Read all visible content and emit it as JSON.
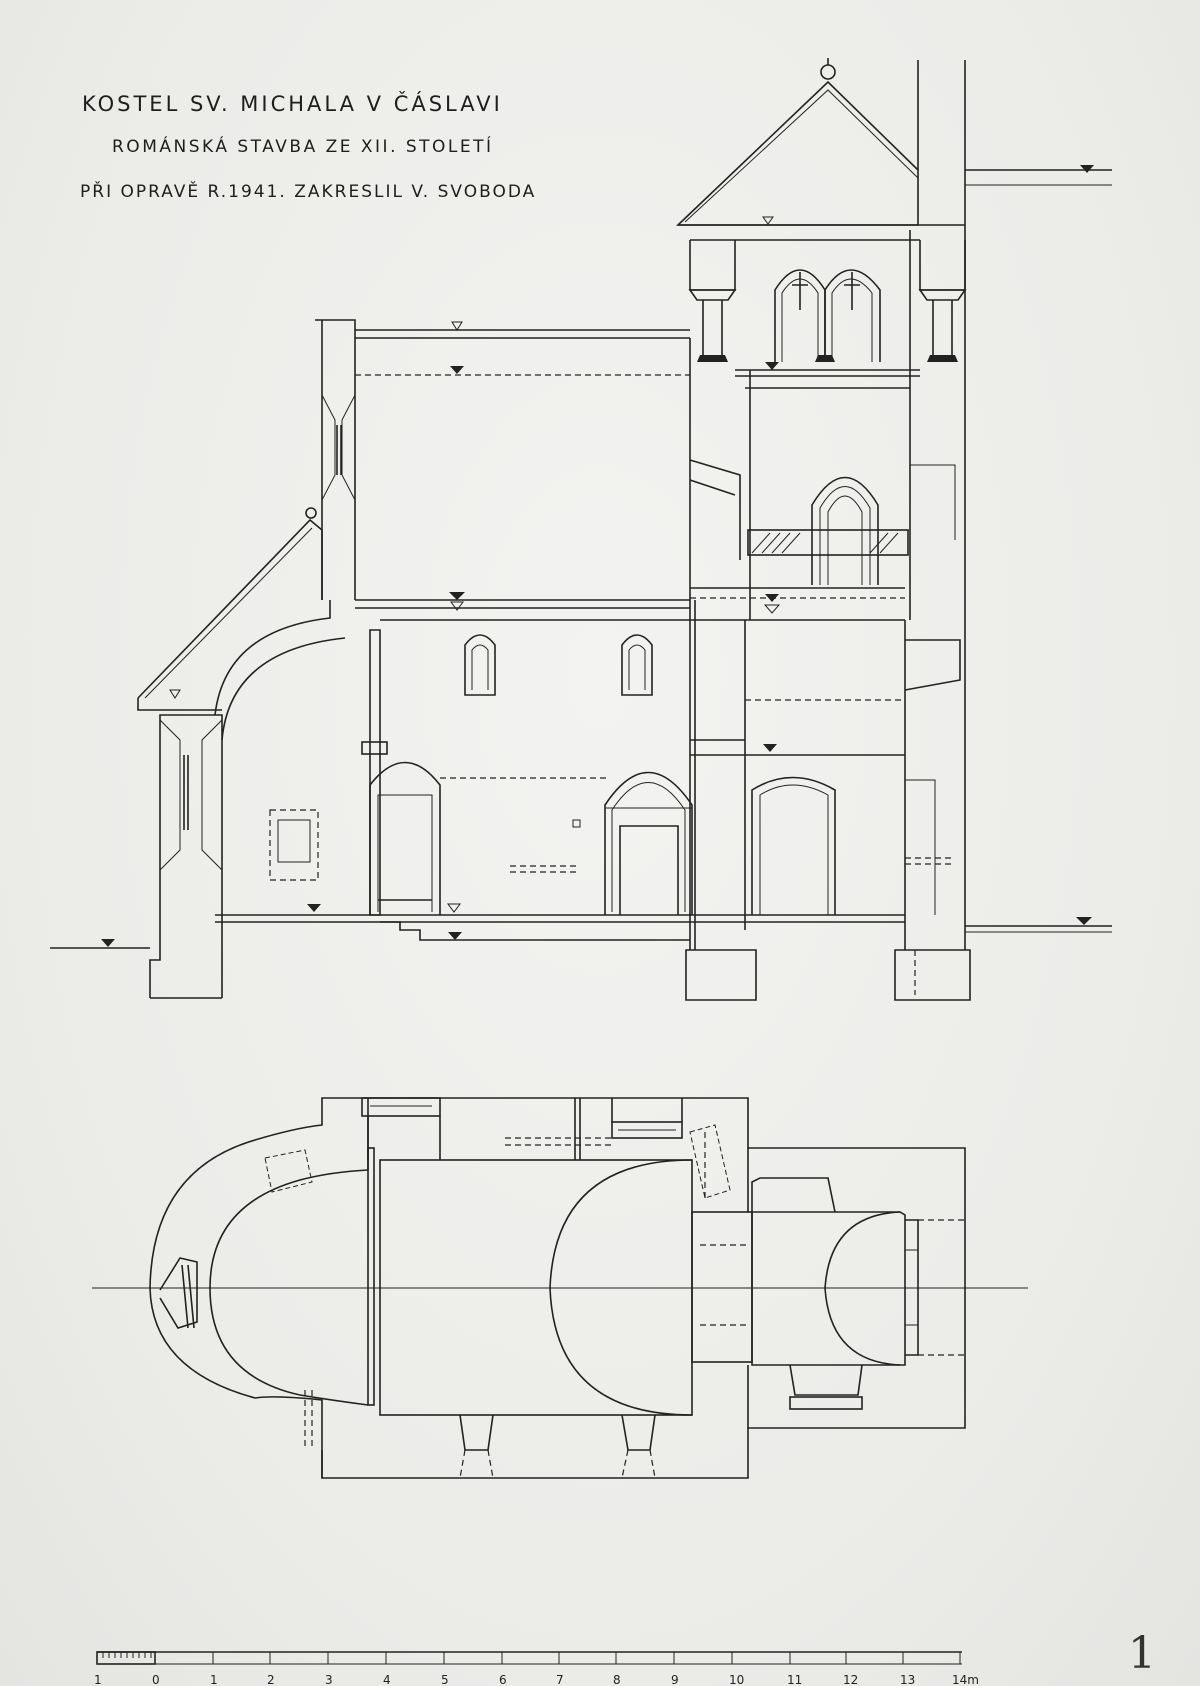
{
  "drawing": {
    "title_lines": [
      "KOSTEL SV. MICHALA V ČÁSLAVI",
      "ROMÁNSKÁ STAVBA ZE XII. STOLETÍ",
      "PŘI OPRAVĚ R.1941. ZAKRESLIL V. SVOBODA"
    ],
    "page_number": "1"
  },
  "scale_bar": {
    "labels": [
      "1",
      "0",
      "1",
      "2",
      "3",
      "4",
      "5",
      "6",
      "7",
      "8",
      "9",
      "10",
      "11",
      "12",
      "13",
      "14m"
    ]
  }
}
